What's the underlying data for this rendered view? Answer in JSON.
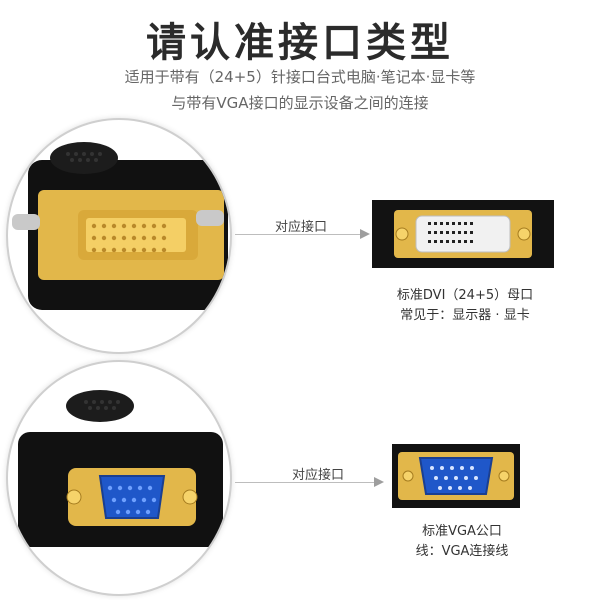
{
  "header": {
    "title": "请认准接口类型",
    "line1": "适用于带有（24+5）针接口台式电脑·笔记本·显卡等",
    "line2": "与带有VGA接口的显示设备之间的连接"
  },
  "row1": {
    "arrow_label": "对应接口",
    "caption1": "标准DVI（24+5）母口",
    "caption2": "常见于：显示器 · 显卡"
  },
  "row2": {
    "arrow_label": "对应接口",
    "caption1": "标准VGA公口",
    "caption2": "线：VGA连接线"
  },
  "colors": {
    "gold": "#e2b74a",
    "connector_black": "#121212",
    "vga_blue": "#1f57c9"
  }
}
